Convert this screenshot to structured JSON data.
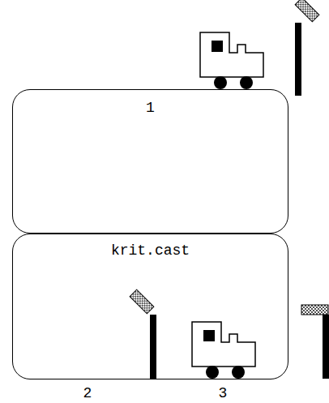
{
  "diagram": {
    "nodes": [
      {
        "text": [
          "1"
        ]
      },
      {
        "text": [
          "krit.cast"
        ]
      }
    ],
    "labels": [
      "2",
      "3"
    ]
  }
}
